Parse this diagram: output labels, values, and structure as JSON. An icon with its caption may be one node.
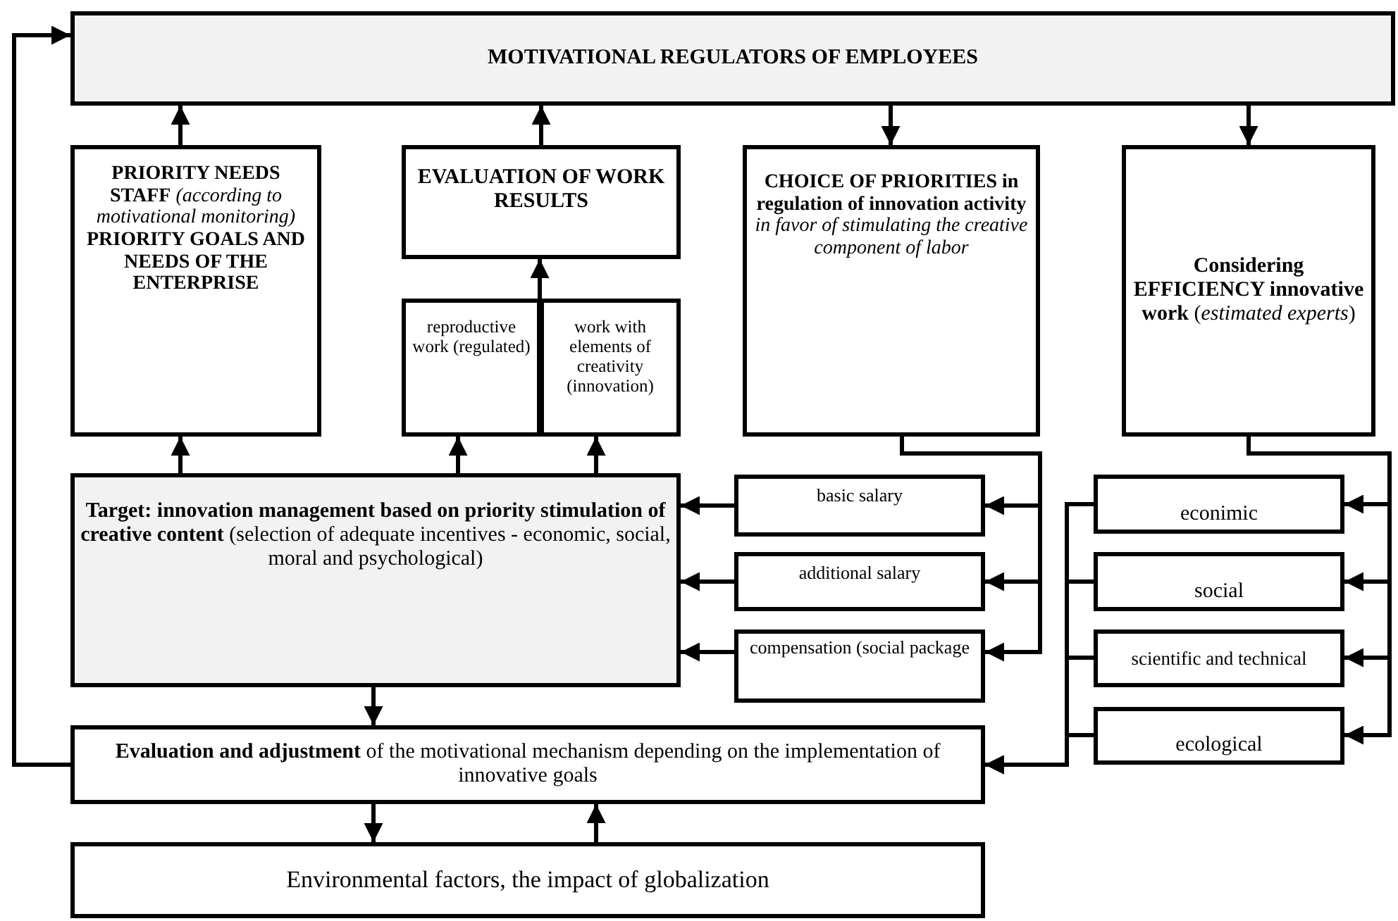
{
  "diagram": {
    "nodes": [
      {
        "text": [
          "MOTIVATIONAL REGULATORS OF EMPLOYEES"
        ]
      },
      {
        "text": [
          "**PRIORITY NEEDS STAFF** *(according to motivational monitoring)* **PRIORITY GOALS AND NEEDS OF THE ENTERPRISE**"
        ]
      },
      {
        "text": [
          "EVALUATION OF WORK RESULTS"
        ]
      },
      {
        "text": [
          "reproductive work (regulated)"
        ]
      },
      {
        "text": [
          "work with elements of creativity (innovation)"
        ]
      },
      {
        "text": [
          "**CHOICE OF PRIORITIES in regulation of innovation activity** *in favor of stimulating the creative component of labor*"
        ]
      },
      {
        "text": [
          "**Considering EFFICIENCY innovative work** (*estimated experts*)"
        ]
      },
      {
        "text": [
          "**Target: innovation management based on priority stimulation of creative content** (selection of adequate incentives - economic, social, moral and psychological)"
        ]
      },
      {
        "text": [
          "basic salary"
        ]
      },
      {
        "text": [
          "additional salary"
        ]
      },
      {
        "text": [
          "compensation (social package"
        ]
      },
      {
        "text": [
          "**Evaluation and adjustment** of the motivational mechanism depending on the implementation of innovative goals"
        ]
      },
      {
        "text": [
          "Environmental factors, the impact of globalization"
        ]
      },
      {
        "text": [
          "econimic"
        ]
      },
      {
        "text": [
          "social"
        ]
      },
      {
        "text": [
          "scientific and technical"
        ]
      },
      {
        "text": [
          "ecological"
        ]
      }
    ],
    "edges": [
      {
        "from": 1,
        "to": 0,
        "arrow": "to"
      },
      {
        "from": 2,
        "to": 0,
        "arrow": "to"
      },
      {
        "from": 0,
        "to": 5,
        "arrow": "to"
      },
      {
        "from": 0,
        "to": 6,
        "arrow": "to"
      },
      {
        "from": 3,
        "to": 2,
        "arrow": "to"
      },
      {
        "from": 4,
        "to": 2,
        "arrow": "to"
      },
      {
        "from": 7,
        "to": 1,
        "arrow": "to"
      },
      {
        "from": 7,
        "to": 3,
        "arrow": "to"
      },
      {
        "from": 7,
        "to": 4,
        "arrow": "to"
      },
      {
        "from": 5,
        "to": 8,
        "arrow": "to"
      },
      {
        "from": 5,
        "to": 9,
        "arrow": "to"
      },
      {
        "from": 5,
        "to": 10,
        "arrow": "to"
      },
      {
        "from": 8,
        "to": 7,
        "arrow": "to"
      },
      {
        "from": 9,
        "to": 7,
        "arrow": "to"
      },
      {
        "from": 10,
        "to": 7,
        "arrow": "to"
      },
      {
        "from": 7,
        "to": 11,
        "arrow": "to"
      },
      {
        "from": 11,
        "to": 12,
        "arrow": "to"
      },
      {
        "from": 12,
        "to": 11,
        "arrow": "to"
      },
      {
        "from": 11,
        "to": 0,
        "arrow": "to"
      },
      {
        "from": 6,
        "to": 13,
        "arrow": "to"
      },
      {
        "from": 6,
        "to": 14,
        "arrow": "to"
      },
      {
        "from": 6,
        "to": 15,
        "arrow": "to"
      },
      {
        "from": 6,
        "to": 16,
        "arrow": "to"
      },
      {
        "from": 13,
        "to": 11,
        "arrow": "to"
      },
      {
        "from": 14,
        "to": 11,
        "arrow": "to"
      },
      {
        "from": 15,
        "to": 11,
        "arrow": "to"
      },
      {
        "from": 16,
        "to": 11,
        "arrow": "to"
      }
    ]
  }
}
